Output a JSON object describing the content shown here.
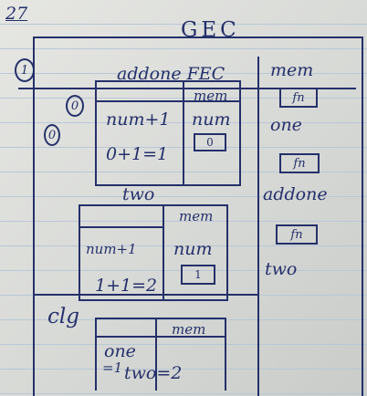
{
  "page": {
    "corner_label": "27",
    "gec_title": "GEC",
    "circle_1": "1",
    "circle_0a": "0",
    "circle_0b": "0"
  },
  "gec_mem": {
    "header": "mem",
    "slot1": "fn",
    "label1": "one",
    "slot2": "fn",
    "label2": "addone",
    "slot3": "fn",
    "label3": "two"
  },
  "addone_fec": {
    "title": "addone FEC",
    "mem_header": "mem",
    "num_label": "num",
    "expr_left": "num+1",
    "calc": "0+1=1",
    "value": "0"
  },
  "two_frame": {
    "title": "two",
    "mem_header": "mem",
    "expr_left": "num+1",
    "num_label": "num",
    "calc": "1+1=2",
    "value": "1"
  },
  "clg_frame": {
    "title": "clg",
    "mem_header": "mem",
    "line1": "one",
    "line2_prefix": "=1",
    "line2": "two=2"
  }
}
